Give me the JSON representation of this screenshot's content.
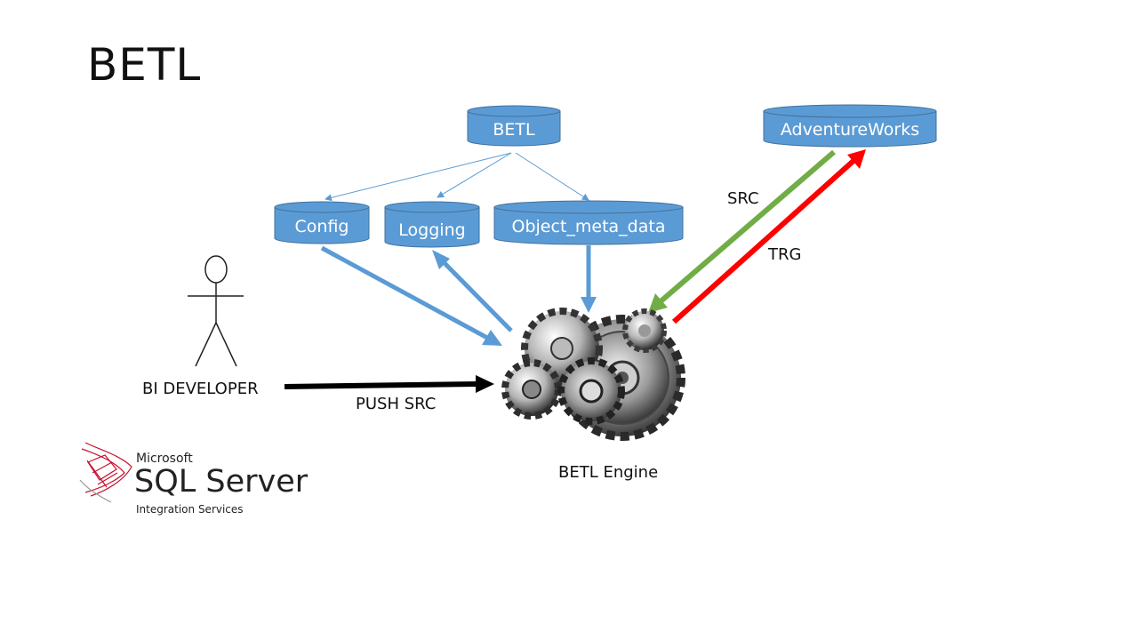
{
  "slide": {
    "title": "BETL"
  },
  "nodes": {
    "betl_db": "BETL",
    "adventureworks_db": "AdventureWorks",
    "config_db": "Config",
    "logging_db": "Logging",
    "object_meta_db": "Object_meta_data",
    "engine": "BETL Engine",
    "actor": "BI DEVELOPER"
  },
  "edges": {
    "push_src": "PUSH SRC",
    "src": "SRC",
    "trg": "TRG"
  },
  "logo": {
    "vendor": "Microsoft",
    "product": "SQL Server",
    "subtitle": "Integration Services"
  },
  "colors": {
    "cylinder": "#5b9bd5",
    "cylinder_edge": "#41719c",
    "arrow_blue": "#5b9bd5",
    "arrow_green": "#70ad47",
    "arrow_red": "#ff0000",
    "arrow_black": "#000000",
    "logo_red": "#c8102e"
  }
}
